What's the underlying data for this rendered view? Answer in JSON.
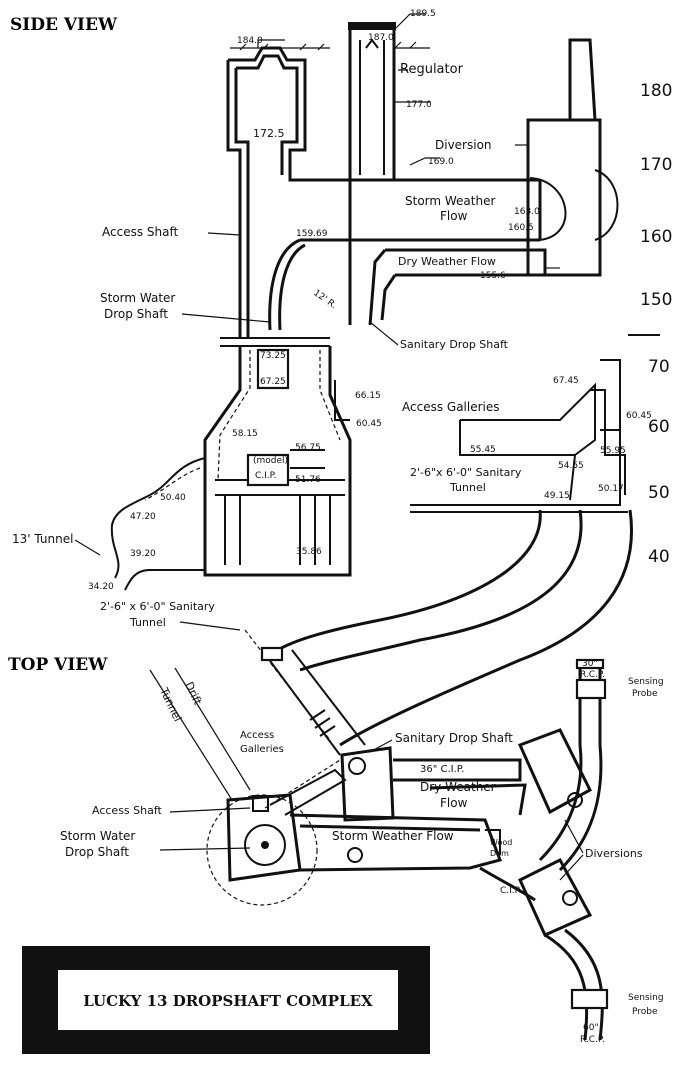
{
  "sections": {
    "side_view": "SIDE VIEW",
    "top_view": "TOP VIEW"
  },
  "title_box": {
    "title": "LUCKY 13 DROPSHAFT COMPLEX"
  },
  "scale": [
    "180",
    "170",
    "160",
    "150",
    "70",
    "60",
    "50",
    "40"
  ],
  "side_labels": {
    "regulator": "Regulator",
    "diversion": "Diversion",
    "access_shaft": "Access Shaft",
    "storm_water_drop_shaft_1": "Storm Water",
    "storm_water_drop_shaft_2": "Drop Shaft",
    "storm_weather_flow_1": "Storm Weather",
    "storm_weather_flow_2": "Flow",
    "dry_weather_flow": "Dry Weather Flow",
    "sanitary_drop_shaft": "Sanitary Drop Shaft",
    "access_galleries": "Access Galleries",
    "sanitary_tunnel_1": "2'-6\"x 6'-0\" Sanitary",
    "sanitary_tunnel_2": "Tunnel",
    "tunnel_13": "13' Tunnel",
    "sanitary_tunnel_lower_1": "2'-6\" x 6'-0\" Sanitary",
    "sanitary_tunnel_lower_2": "Tunnel",
    "radius": "12' R.",
    "cip": "C.I.P.",
    "model": "(model)"
  },
  "elevations": {
    "e1895": "189.5",
    "e1840": "184.0",
    "e1870": "187.0",
    "e1725": "172.5",
    "e1770": "177.0",
    "e1690": "169.0",
    "e1630": "163.0",
    "e1605": "160.5",
    "e1596": "159.69",
    "e1556": "155.6",
    "e7325": "73.25",
    "e6725": "67.25",
    "e6615": "66.15",
    "e6045": "60.45",
    "e6745": "67.45",
    "e6045b": "60.45",
    "e5855": "58.15",
    "e5675": "56.75",
    "e5176": "51.76",
    "e5545": "55.45",
    "e5595": "55.95",
    "e5455": "54.55",
    "e5040": "50.40",
    "e4720": "47.20",
    "e4915": "49.15",
    "e5017": "50.17",
    "e3920": "39.20",
    "e3585": "35.86",
    "e3420": "34.20"
  },
  "top_labels": {
    "drift_tunnel_1": "Drift",
    "drift_tunnel_2": "Tunnel",
    "access_galleries_1": "Access",
    "access_galleries_2": "Galleries",
    "sanitary_drop_shaft": "Sanitary Drop Shaft",
    "access_shaft": "Access Shaft",
    "storm_water_1": "Storm Water",
    "storm_water_2": "Drop Shaft",
    "storm_weather_flow": "Storm Weather Flow",
    "cip36": "36\" C.I.P.",
    "dry_weather_1": "Dry Weather",
    "dry_weather_2": "Flow",
    "diversions": "Diversions",
    "sensing_probe_top_1": "Sensing",
    "sensing_probe_top_2": "Probe",
    "sensing_probe_bot_1": "Sensing",
    "sensing_probe_bot_2": "Probe",
    "rcp30_1": "30\"",
    "rcp30_2": "R.C.P.",
    "rcp60_1": "60\"",
    "rcp60_2": "R.C.P.",
    "wood_dam_1": "Wood",
    "wood_dam_2": "Dam",
    "cip_small": "C.I.P."
  }
}
